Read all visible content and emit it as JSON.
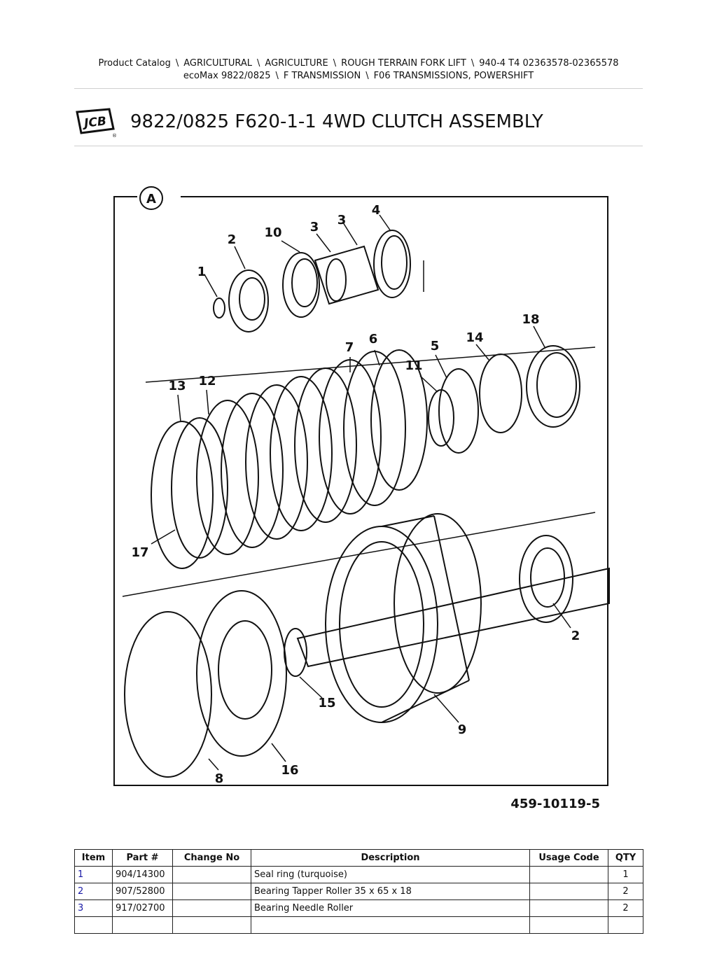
{
  "breadcrumb": {
    "items": [
      "Product Catalog",
      "AGRICULTURAL",
      "AGRICULTURE",
      "ROUGH TERRAIN FORK LIFT",
      "940-4 T4 02363578-02365578",
      "ecoMax 9822/0825",
      "F TRANSMISSION",
      "F06 TRANSMISSIONS, POWERSHIFT"
    ],
    "separator": "\\"
  },
  "logo": {
    "text": "JCB",
    "mark": "®"
  },
  "page_title": "9822/0825 F620-1-1 4WD CLUTCH ASSEMBLY",
  "diagram": {
    "view_label": "A",
    "figure_id": "459-10119-5",
    "callouts": [
      "1",
      "2",
      "10",
      "3",
      "3",
      "4",
      "18",
      "7",
      "6",
      "5",
      "14",
      "11",
      "13",
      "12",
      "17",
      "2",
      "15",
      "9",
      "8",
      "16"
    ]
  },
  "table": {
    "headers": [
      "Item",
      "Part #",
      "Change No",
      "Description",
      "Usage Code",
      "QTY"
    ],
    "rows": [
      {
        "item": "1",
        "part": "904/14300",
        "change": "",
        "description": "Seal ring (turquoise)",
        "usage": "",
        "qty": "1"
      },
      {
        "item": "2",
        "part": "907/52800",
        "change": "",
        "description": "Bearing Tapper Roller 35 x 65 x 18",
        "usage": "",
        "qty": "2"
      },
      {
        "item": "3",
        "part": "917/02700",
        "change": "",
        "description": "Bearing Needle Roller",
        "usage": "",
        "qty": "2"
      },
      {
        "item": "",
        "part": "",
        "change": "",
        "description": "",
        "usage": "",
        "qty": ""
      }
    ]
  }
}
